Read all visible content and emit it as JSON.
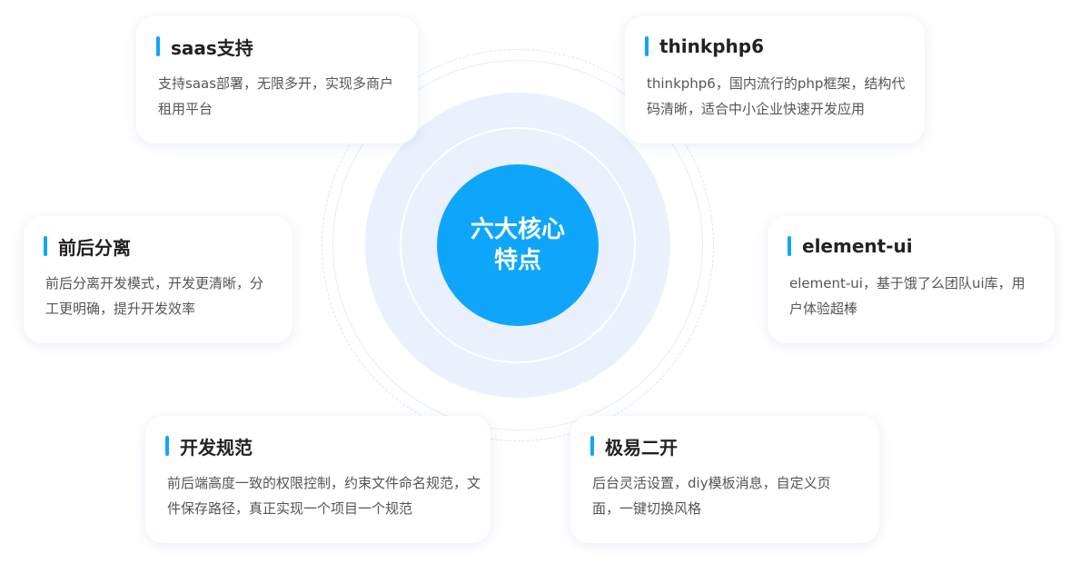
{
  "center": {
    "title": "六大核心特点"
  },
  "colors": {
    "accent": "#0ea6fb",
    "ring_fill": "#eaf1fc",
    "title_text": "#222222",
    "body_text": "#555555"
  },
  "features": [
    {
      "title": "saas支持",
      "description": "支持saas部署，无限多开，实现多商户租用平台"
    },
    {
      "title": "thinkphp6",
      "description": "thinkphp6，国内流行的php框架，结构代码清晰，适合中小企业快速开发应用"
    },
    {
      "title": "前后分离",
      "description": "前后分离开发模式，开发更清晰，分工更明确，提升开发效率"
    },
    {
      "title": "element-ui",
      "description": "element-ui，基于饿了么团队ui库，用户体验超棒"
    },
    {
      "title": "开发规范",
      "description": "前后端高度一致的权限控制，约束文件命名规范，文件保存路径，真正实现一个项目一个规范"
    },
    {
      "title": "极易二开",
      "description": "后台灵活设置，diy模板消息，自定义页面，一键切换风格"
    }
  ]
}
